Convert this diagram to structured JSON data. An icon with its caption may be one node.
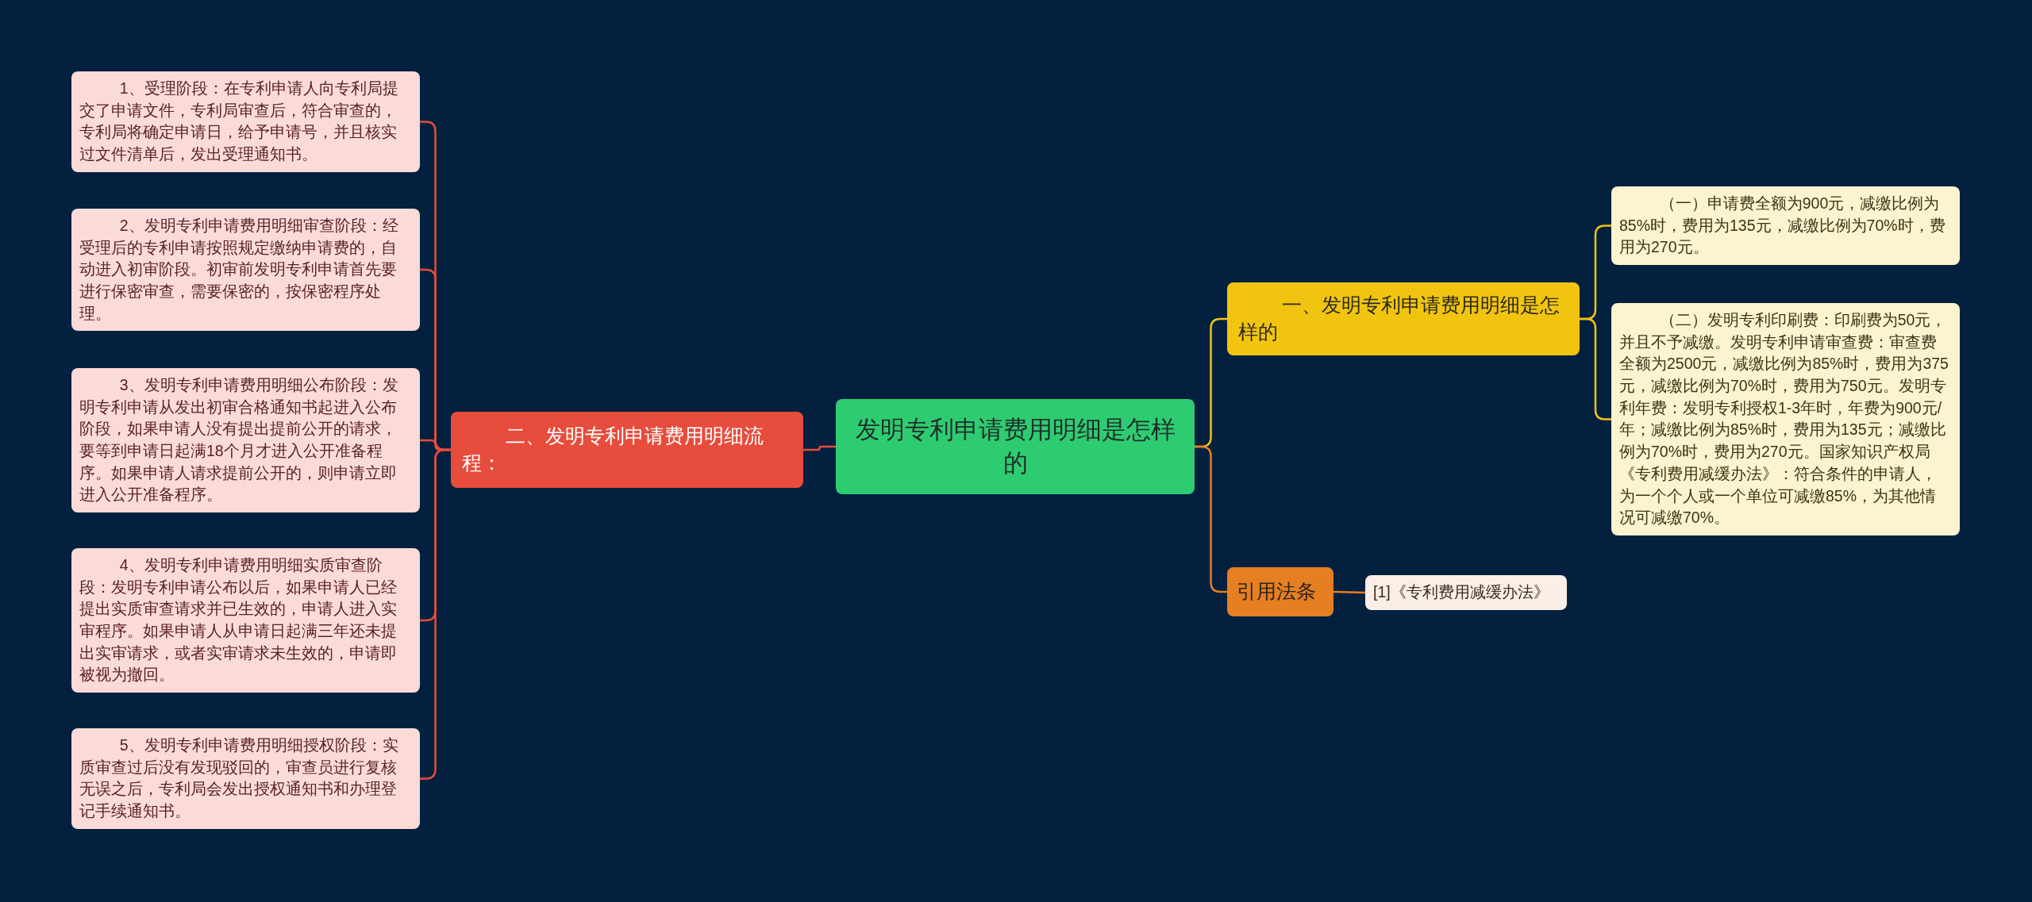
{
  "diagram": {
    "nodes": [
      {
        "text": [
          "发明专利申请费用明细是怎样的"
        ]
      },
      {
        "text": [
          "一、发明专利申请费用明细是怎样的"
        ]
      },
      {
        "text": [
          "（一）申请费全额为900元，减缴比例为85%时，费用为135元，减缴比例为70%时，费用为270元。"
        ]
      },
      {
        "text": [
          "（二）发明专利印刷费：印刷费为50元，并且不予减缴。发明专利申请审查费：审查费全额为2500元，减缴比例为85%时，费用为375元，减缴比例为70%时，费用为750元。发明专利年费：发明专利授权1-3年时，年费为900元/年；减缴比例为85%时，费用为135元；减缴比例为70%时，费用为270元。国家知识产权局《专利费用减缓办法》：符合条件的申请人，为一个个人或一个单位可减缴85%，为其他情况可减缴70%。"
        ]
      },
      {
        "text": [
          "引用法条"
        ]
      },
      {
        "text": [
          "[1]《专利费用减缓办法》"
        ]
      },
      {
        "text": [
          "二、发明专利申请费用明细流程："
        ]
      },
      {
        "text": [
          "1、受理阶段：在专利申请人向专利局提交了申请文件，专利局审查后，符合审查的，专利局将确定申请日，给予申请号，并且核实过文件清单后，发出受理通知书。"
        ]
      },
      {
        "text": [
          "2、发明专利申请费用明细审查阶段：经受理后的专利申请按照规定缴纳申请费的，自动进入初审阶段。初审前发明专利申请首先要进行保密审查，需要保密的，按保密程序处理。"
        ]
      },
      {
        "text": [
          "3、发明专利申请费用明细公布阶段：发明专利申请从发出初审合格通知书起进入公布阶段，如果申请人没有提出提前公开的请求，要等到申请日起满18个月才进入公开准备程序。如果申请人请求提前公开的，则申请立即进入公开准备程序。"
        ]
      },
      {
        "text": [
          "4、发明专利申请费用明细实质审查阶段：发明专利申请公布以后，如果申请人已经提出实质审查请求并已生效的，申请人进入实审程序。如果申请人从申请日起满三年还未提出实审请求，或者实审请求未生效的，申请即被视为撤回。"
        ]
      },
      {
        "text": [
          "5、发明专利申请费用明细授权阶段：实质审查过后没有发现驳回的，审查员进行复核无误之后，专利局会发出授权通知书和办理登记手续通知书。"
        ]
      }
    ],
    "edges": [
      {
        "from": 0,
        "to": 1,
        "arrow": "none",
        "color": "#f1c40f"
      },
      {
        "from": 1,
        "to": 2,
        "arrow": "none",
        "color": "#f1c40f"
      },
      {
        "from": 1,
        "to": 3,
        "arrow": "none",
        "color": "#f1c40f"
      },
      {
        "from": 0,
        "to": 4,
        "arrow": "none",
        "color": "#e67e22"
      },
      {
        "from": 4,
        "to": 5,
        "arrow": "none",
        "color": "#e67e22"
      },
      {
        "from": 0,
        "to": 6,
        "arrow": "none"
      },
      {
        "from": 6,
        "to": 7,
        "arrow": "none"
      },
      {
        "from": 6,
        "to": 8,
        "arrow": "none"
      },
      {
        "from": 6,
        "to": 9,
        "arrow": "none"
      },
      {
        "from": 6,
        "to": 10,
        "arrow": "none"
      },
      {
        "from": 6,
        "to": 11,
        "arrow": "none"
      }
    ]
  }
}
